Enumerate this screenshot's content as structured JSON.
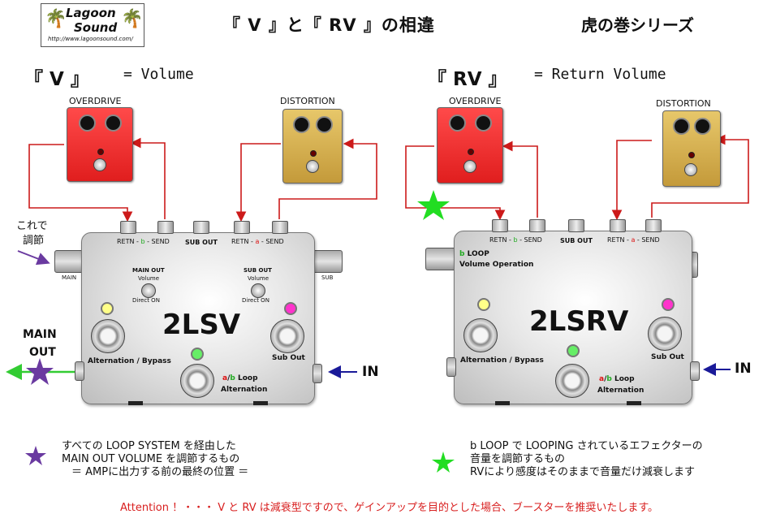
{
  "logo": {
    "line1": "Lagoon",
    "line2": "Sound",
    "url": "http://www.lagoonsound.com/"
  },
  "header": {
    "title": "『 V 』と『 RV 』の相違",
    "series": "虎の巻シリーズ"
  },
  "left": {
    "heading": "『 V 』",
    "equals": "= Volume",
    "od_label": "OVERDRIVE",
    "dist_label": "DISTORTION",
    "adjust_note": "これで\n調節",
    "adjust_l1": "これで",
    "adjust_l2": "調節",
    "jack_a_retn": "RETN - ",
    "jack_a_b": "b",
    "jack_a_send": " - SEND",
    "sub_out": "SUB OUT",
    "jack_b_retn": "RETN - ",
    "jack_b_a": "a",
    "jack_b_send": " - SEND",
    "main_side": "MAIN",
    "sub_side": "SUB",
    "main_out_title": "MAIN OUT",
    "main_out_vol": "Volume",
    "main_out_dir": "Direct  ON",
    "sub_out_title": "SUB OUT",
    "sub_out_vol": "Volume",
    "sub_out_dir": "Direct  ON",
    "model": "2LSV",
    "alt_bypass": "Alternation / Bypass",
    "sub_out_fs": "Sub Out",
    "loop_a": "a",
    "loop_sep": "/",
    "loop_b": "b",
    "loop_text": " Loop",
    "loop_alt": "Alternation",
    "main_out_l1": "MAIN",
    "main_out_l2": "OUT",
    "in": "IN"
  },
  "right": {
    "heading": "『 RV 』",
    "equals": "= Return  Volume",
    "od_label": "OVERDRIVE",
    "dist_label": "DISTORTION",
    "jack_a_retn": "RETN - ",
    "jack_a_b": "b",
    "jack_a_send": " - SEND",
    "sub_out": "SUB OUT",
    "jack_b_retn": "RETN - ",
    "jack_b_a": "a",
    "jack_b_send": " - SEND",
    "loop_b": "b",
    "loop_label": " LOOP",
    "vol_op": "Volume Operation",
    "model": "2LSRV",
    "alt_bypass": "Alternation / Bypass",
    "sub_out_fs": "Sub Out",
    "loop_a2": "a",
    "loop_sep2": "/",
    "loop_b2": "b",
    "loop_text": " Loop",
    "loop_alt": "Alternation",
    "in": "IN"
  },
  "notes": {
    "left_l1": "すべての LOOP SYSTEM を経由した",
    "left_l2": "MAIN OUT VOLUME を調節するもの",
    "left_l3": "＝ AMPに出力する前の最終の位置 ＝",
    "right_l1": "b LOOP で LOOPING されているエフェクターの",
    "right_l2": "音量を調節するもの",
    "right_l3": "RVにより感度はそのままで音量だけ減衰します"
  },
  "attention": "Attention ！・・・ V と RV は減衰型ですので、ゲインアップを目的とした場合、ブースターを推奨いたします。",
  "colors": {
    "signal": "#cc1a1a",
    "input_arrow": "#1a1a99",
    "output_arrow": "#33cc33",
    "star_purple": "#6a3aa0",
    "star_green": "#22dd22",
    "attention": "#d81e1e"
  }
}
